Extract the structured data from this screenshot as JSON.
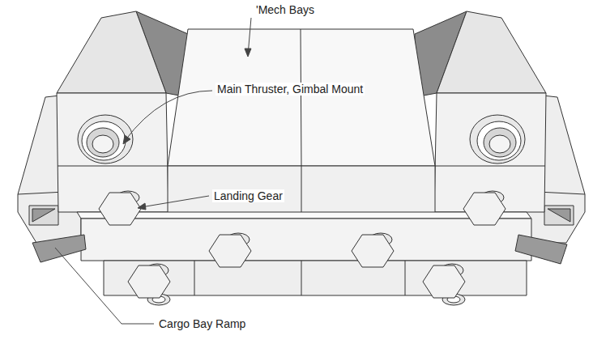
{
  "diagram": {
    "labels": [
      "'Mech Bays",
      "Main Thruster, Gimbal Mount",
      "Landing Gear",
      "Cargo Bay Ramp"
    ]
  }
}
